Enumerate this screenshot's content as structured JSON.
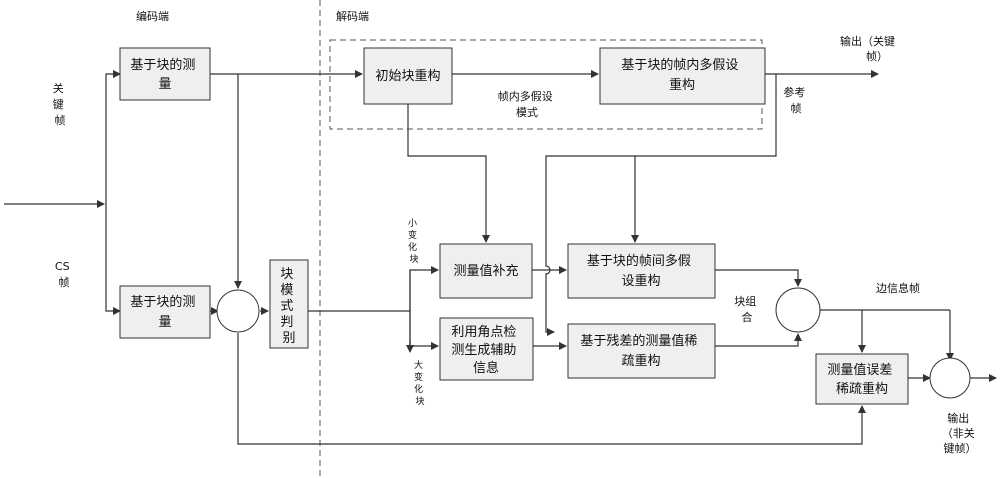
{
  "labels": {
    "encoder": "编码端",
    "decoder": "解码端",
    "key_frame": [
      "关",
      "键",
      "帧"
    ],
    "cs_frame": [
      "CS",
      "帧"
    ],
    "output_key": [
      "输出（关键",
      "帧）"
    ],
    "reference_frame": [
      "参考",
      "帧"
    ],
    "intra_mode": [
      "帧内多假设",
      "模式"
    ],
    "small_change": [
      "小",
      "变",
      "化",
      "块"
    ],
    "large_change": [
      "大",
      "变",
      "化",
      "块"
    ],
    "block_combine": [
      "块组",
      "合"
    ],
    "side_info_frame": "边信息帧",
    "output_nonkey": [
      "输出",
      "（非关",
      "键帧）"
    ]
  },
  "boxes": {
    "block_measure_top": [
      "基于块的测",
      "量"
    ],
    "block_measure_bottom": [
      "基于块的测",
      "量"
    ],
    "initial_recon": [
      "初始块重构"
    ],
    "intra_multi_hyp": [
      "基于块的帧内多假设",
      "重构"
    ],
    "block_mode_decision": [
      "块",
      "模",
      "式",
      "判",
      "别"
    ],
    "measure_compensation": [
      "测量值补充"
    ],
    "inter_multi_hyp": [
      "基于块的帧间多假",
      "设重构"
    ],
    "corner_detection": [
      "利用角点检",
      "测生成辅助",
      "信息"
    ],
    "residual_sparse": [
      "基于残差的测量值稀",
      "疏重构"
    ],
    "error_sparse": [
      "测量值误差",
      "稀疏重构"
    ]
  }
}
